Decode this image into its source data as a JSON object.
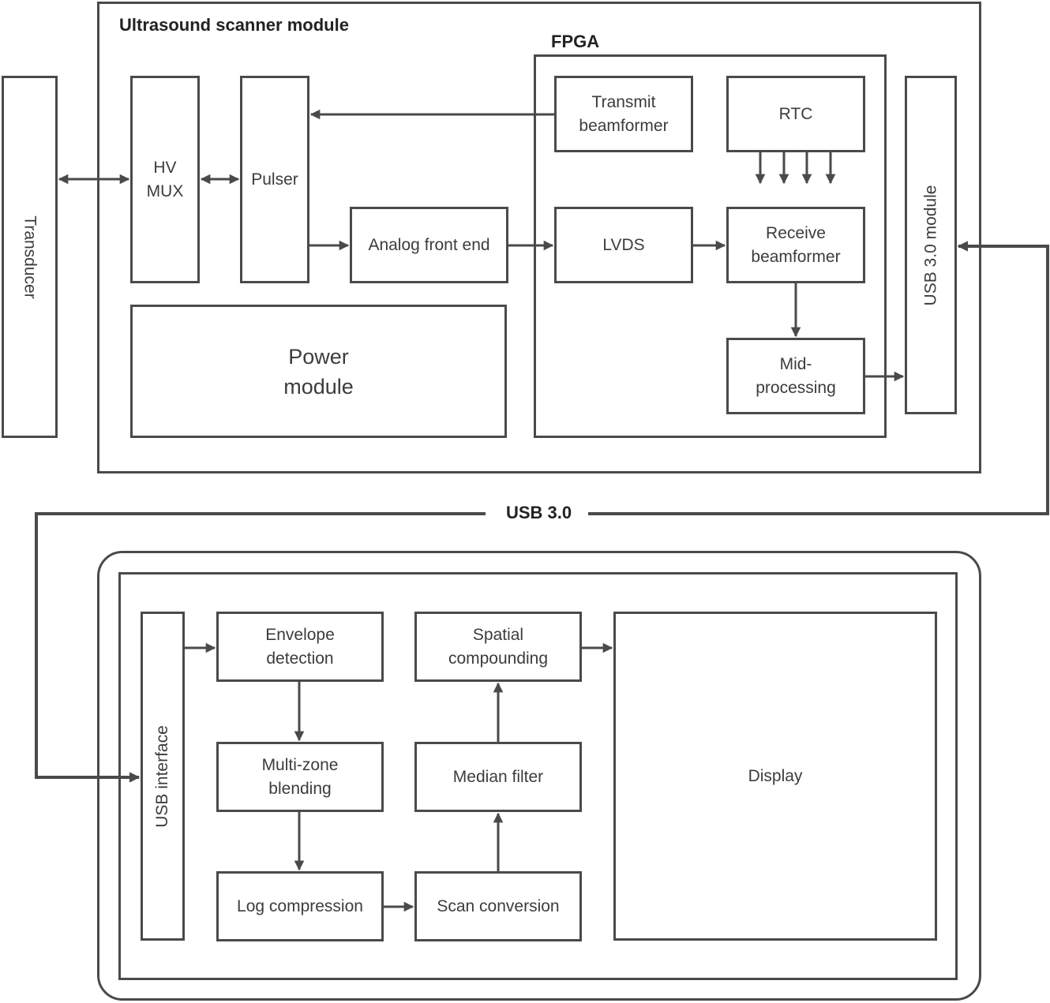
{
  "modules": {
    "scanner_title": "Ultrasound scanner module",
    "fpga_title": "FPGA",
    "link_label": "USB 3.0"
  },
  "blocks": {
    "transducer": "Transducer",
    "hv_mux": "HV\nMUX",
    "pulser": "Pulser",
    "analog_front_end": "Analog front end",
    "power_module": "Power\nmodule",
    "transmit_beamformer": "Transmit\nbeamformer",
    "rtc": "RTC",
    "lvds": "LVDS",
    "receive_beamformer": "Receive\nbeamformer",
    "mid_processing": "Mid-\nprocessing",
    "usb30_module": "USB 3.0 module",
    "usb_interface": "USB interface",
    "envelope_detection": "Envelope\ndetection",
    "multi_zone_blending": "Multi-zone\nblending",
    "log_compression": "Log compression",
    "scan_conversion": "Scan conversion",
    "median_filter": "Median filter",
    "spatial_compounding": "Spatial\ncompounding",
    "display": "Display"
  },
  "colors": {
    "line": "#4a4a4a",
    "text": "#3c3c3c"
  }
}
